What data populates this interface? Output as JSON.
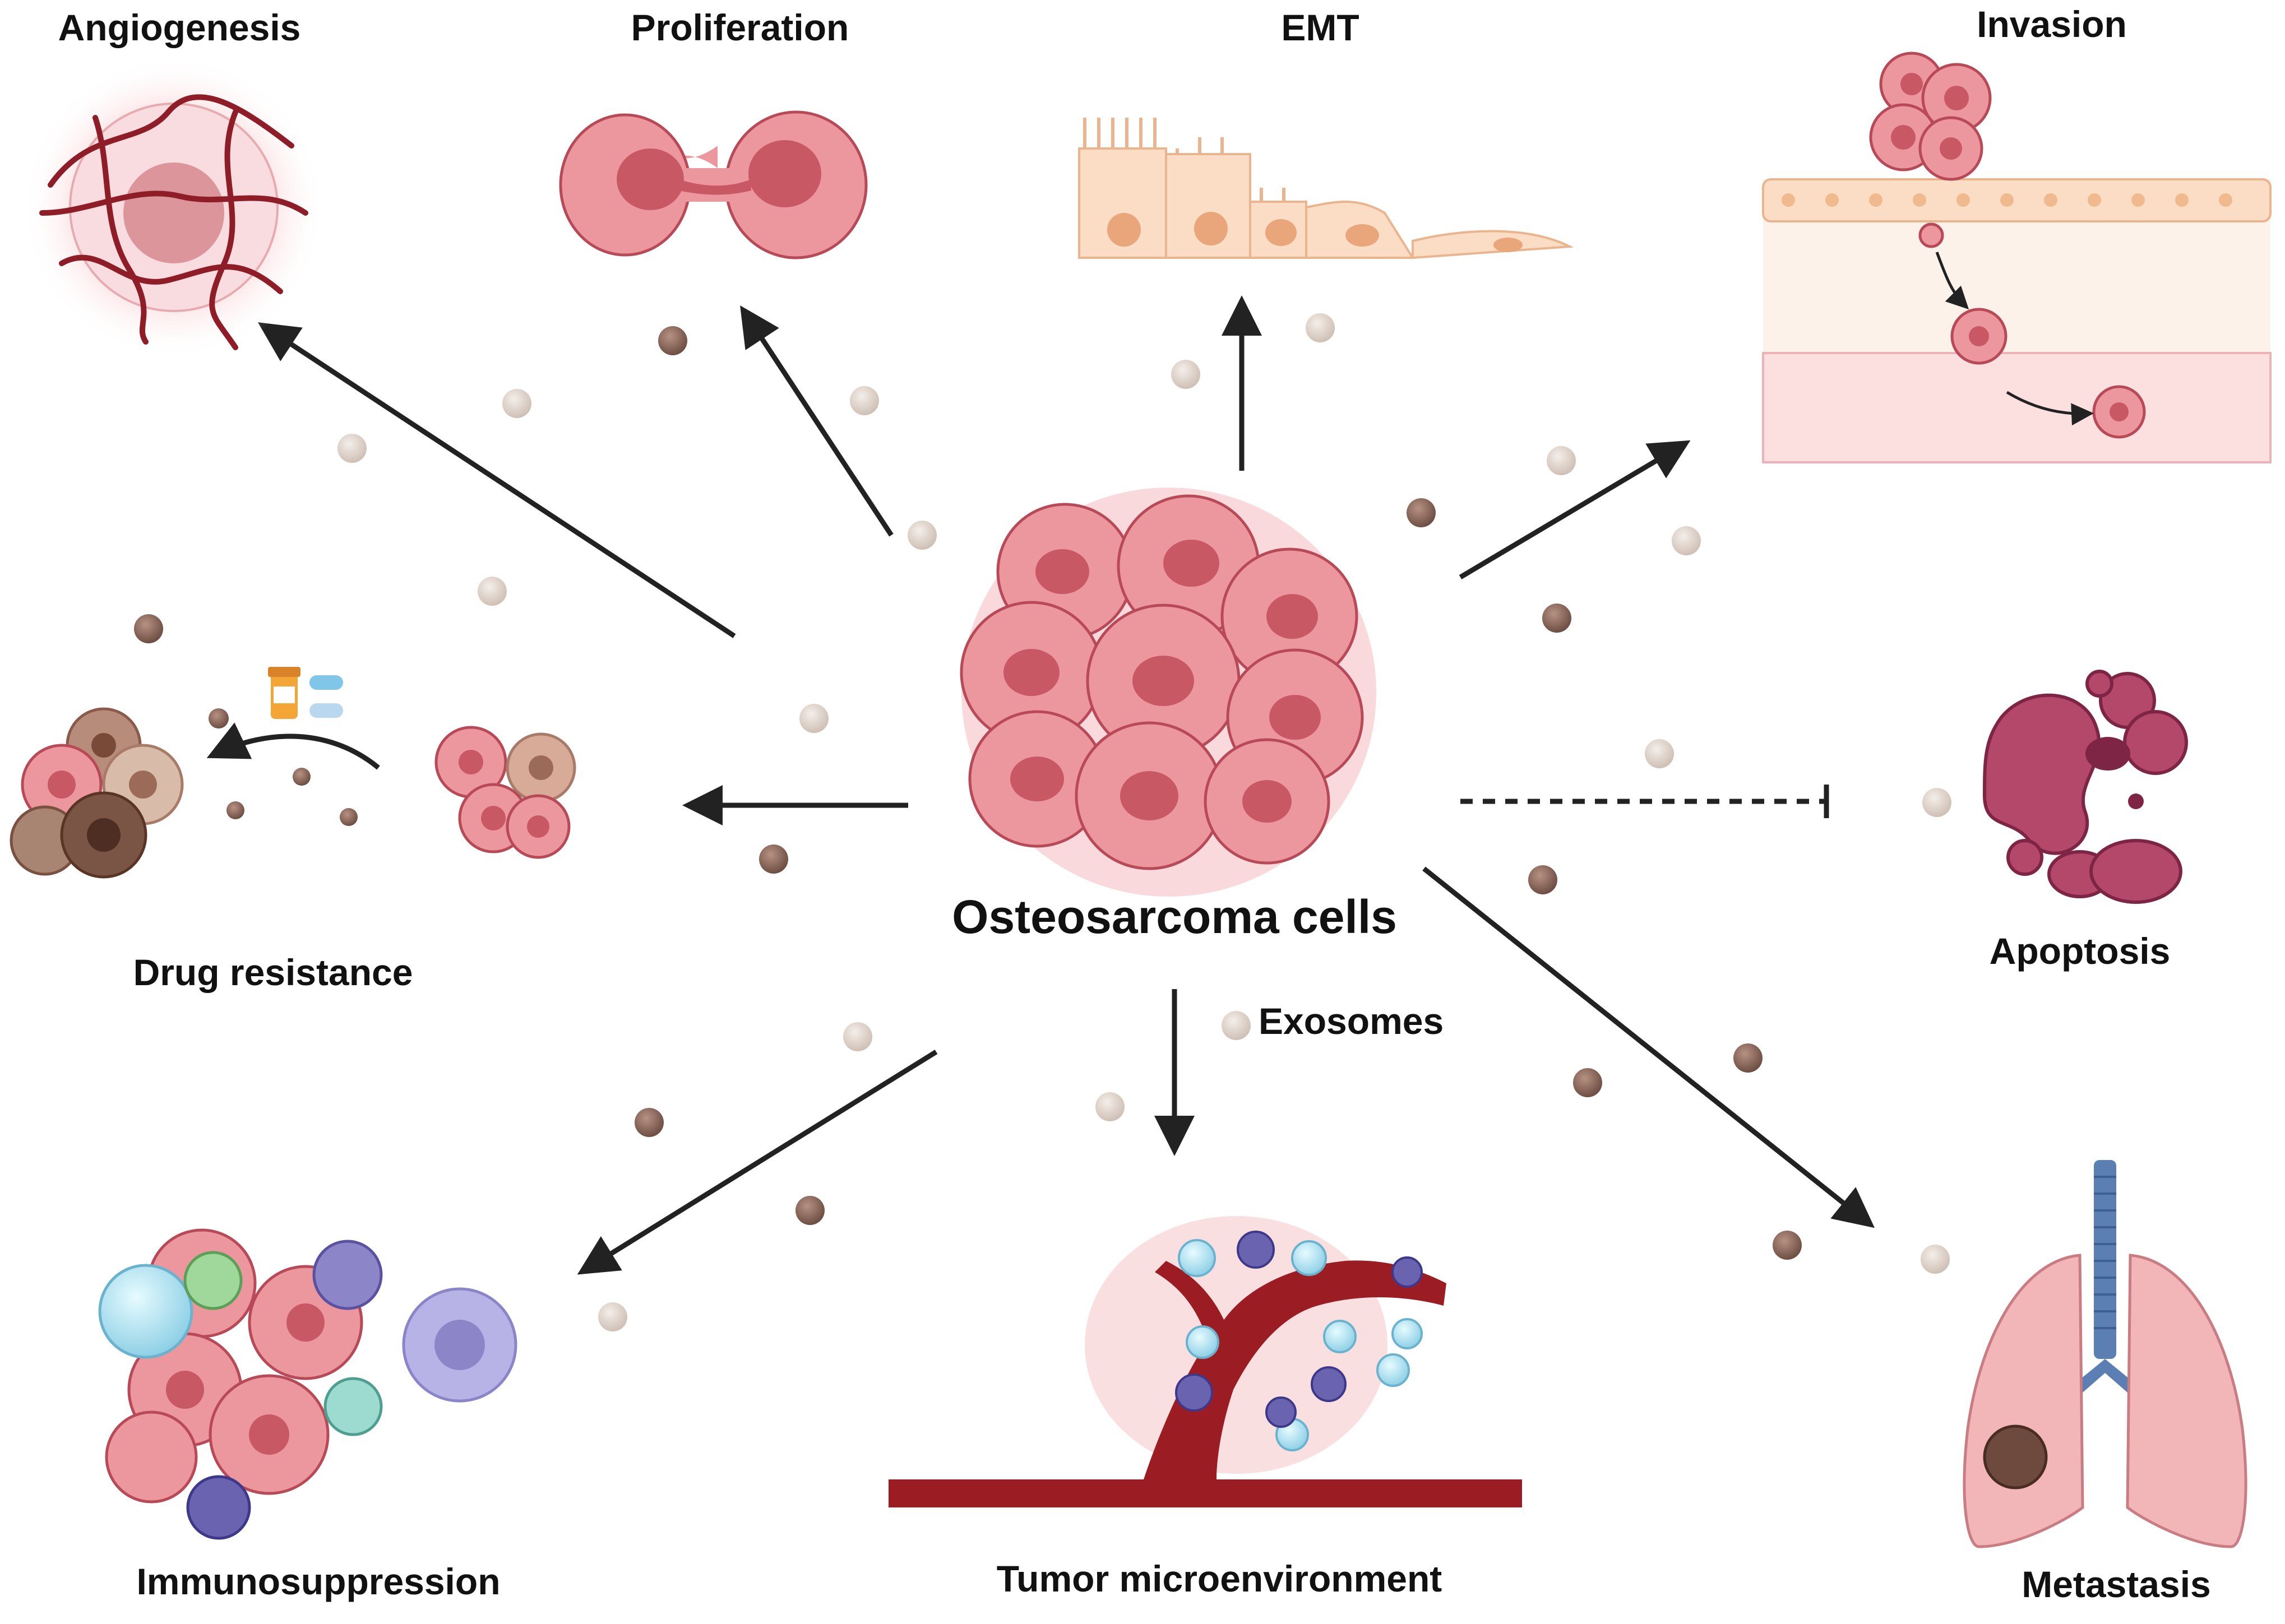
{
  "center": {
    "label": "Osteosarcoma cells"
  },
  "exosomes_label": "Exosomes",
  "outcomes": {
    "angiogenesis": "Angiogenesis",
    "proliferation": "Proliferation",
    "emt": "EMT",
    "invasion": "Invasion",
    "drug_resistance": "Drug resistance",
    "apoptosis": "Apoptosis",
    "immunosuppression": "Immunosuppression",
    "tumor_microenvironment": "Tumor microenvironment",
    "metastasis": "Metastasis"
  },
  "relations": [
    {
      "to": "Angiogenesis",
      "type": "promotes"
    },
    {
      "to": "Proliferation",
      "type": "promotes"
    },
    {
      "to": "EMT",
      "type": "promotes"
    },
    {
      "to": "Invasion",
      "type": "promotes"
    },
    {
      "to": "Drug resistance",
      "type": "promotes"
    },
    {
      "to": "Apoptosis",
      "type": "inhibits"
    },
    {
      "to": "Immunosuppression",
      "type": "promotes"
    },
    {
      "to": "Tumor microenvironment",
      "type": "promotes"
    },
    {
      "to": "Metastasis",
      "type": "promotes"
    }
  ],
  "colors": {
    "cell_pink": "#e98a92",
    "cell_outline": "#b84a58",
    "nucleus": "#c85a66",
    "exosome_light": "#e3d8d0",
    "exosome_dark": "#8a6a5e",
    "vessel": "#9b1c22",
    "apoptosis": "#b3486a",
    "lung": "#f2b6b8",
    "trachea": "#5b7fb3"
  }
}
